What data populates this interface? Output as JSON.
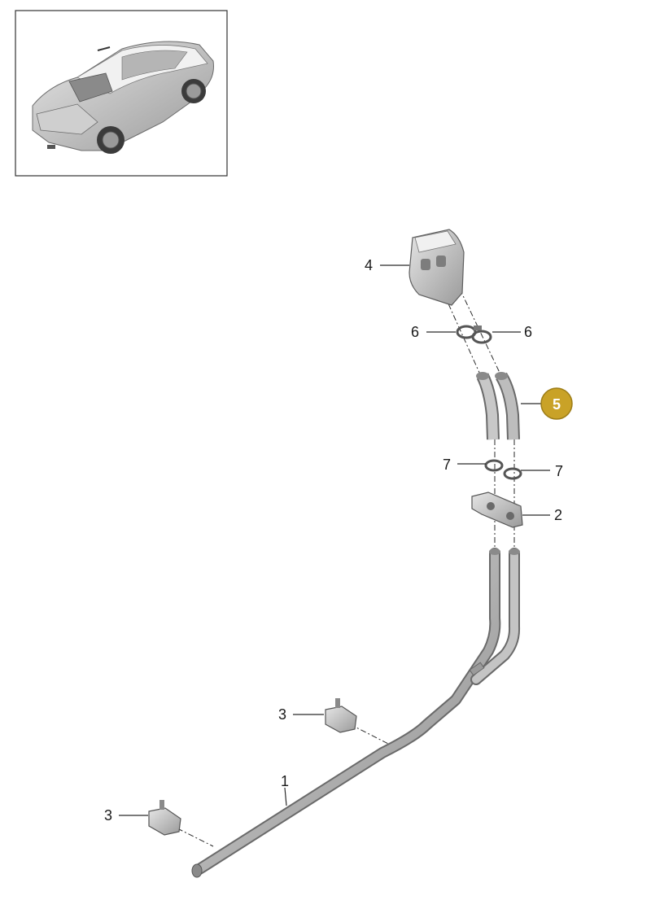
{
  "diagram": {
    "highlight_color": "#c9a227",
    "callouts": [
      {
        "id": "4",
        "label": "4"
      },
      {
        "id": "6a",
        "label": "6"
      },
      {
        "id": "6b",
        "label": "6"
      },
      {
        "id": "5",
        "label": "5",
        "highlighted": true
      },
      {
        "id": "7a",
        "label": "7"
      },
      {
        "id": "7b",
        "label": "7"
      },
      {
        "id": "2",
        "label": "2"
      },
      {
        "id": "3a",
        "label": "3"
      },
      {
        "id": "1",
        "label": "1"
      },
      {
        "id": "3b",
        "label": "3"
      }
    ]
  }
}
